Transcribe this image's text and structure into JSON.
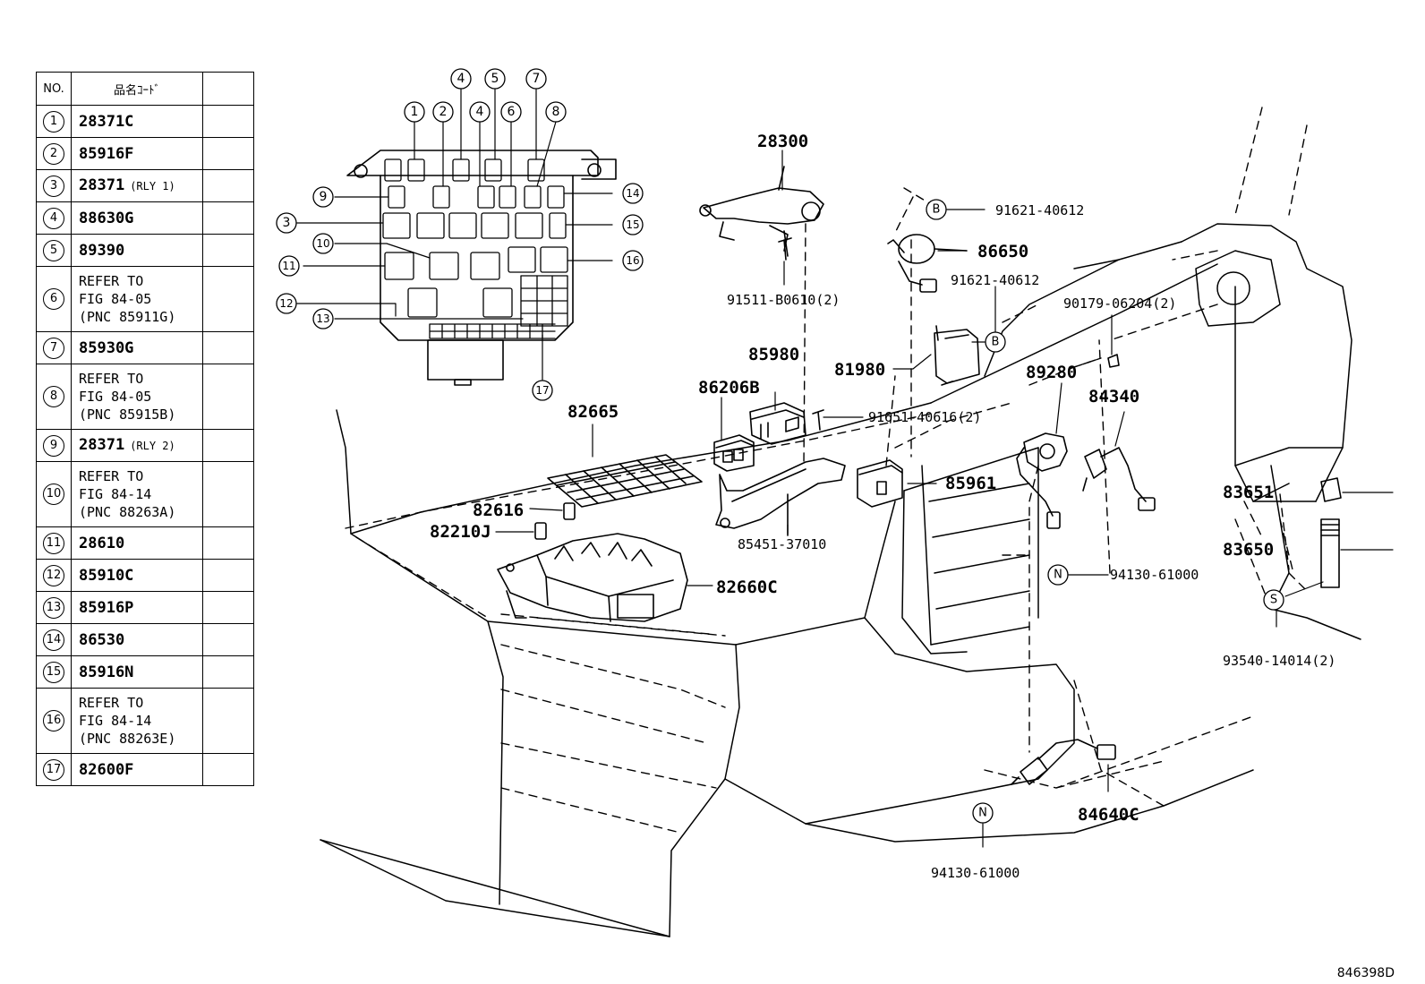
{
  "table": {
    "header_no": "NO.",
    "header_code": "品名ｺｰﾄﾞ",
    "rows": [
      {
        "no": "1",
        "code": "28371C"
      },
      {
        "no": "2",
        "code": "85916F"
      },
      {
        "no": "3",
        "code": "28371",
        "note": "(RLY 1)"
      },
      {
        "no": "4",
        "code": "88630G"
      },
      {
        "no": "5",
        "code": "89390"
      },
      {
        "no": "6",
        "code": "REFER TO\nFIG 84-05\n(PNC 85911G)"
      },
      {
        "no": "7",
        "code": "85930G"
      },
      {
        "no": "8",
        "code": "REFER TO\nFIG 84-05\n(PNC 85915B)"
      },
      {
        "no": "9",
        "code": "28371",
        "note": "(RLY 2)"
      },
      {
        "no": "10",
        "code": "REFER TO\nFIG 84-14\n(PNC 88263A)"
      },
      {
        "no": "11",
        "code": "28610"
      },
      {
        "no": "12",
        "code": "85910C"
      },
      {
        "no": "13",
        "code": "85916P"
      },
      {
        "no": "14",
        "code": "86530"
      },
      {
        "no": "15",
        "code": "85916N"
      },
      {
        "no": "16",
        "code": "REFER TO\nFIG 84-14\n(PNC 88263E)"
      },
      {
        "no": "17",
        "code": "82600F"
      }
    ]
  },
  "callouts": [
    "1",
    "2",
    "3",
    "4",
    "5",
    "6",
    "7",
    "8",
    "9",
    "10",
    "11",
    "12",
    "13",
    "14",
    "15",
    "16",
    "17"
  ],
  "part_labels": {
    "p28300": "28300",
    "p91511": "91511-B0610(2)",
    "p91621a": "91621-40612",
    "p86650": "86650",
    "p91621b": "91621-40612",
    "p90179": "90179-06204(2)",
    "p85980": "85980",
    "p81980": "81980",
    "p86206b": "86206B",
    "p91651": "91651-40616(2)",
    "p89280": "89280",
    "p84340": "84340",
    "p82665": "82665",
    "p82616": "82616",
    "p82210j": "82210J",
    "p85961": "85961",
    "p85451": "85451-37010",
    "p82660c": "82660C",
    "p83651": "83651",
    "p83650": "83650",
    "p94130a": "94130-61000",
    "p93540": "93540-14014(2)",
    "p84640c": "84640C",
    "p94130b": "94130-61000"
  },
  "ref_markers": {
    "b": "B",
    "n": "N",
    "s": "S"
  },
  "figure_id": "846398D"
}
